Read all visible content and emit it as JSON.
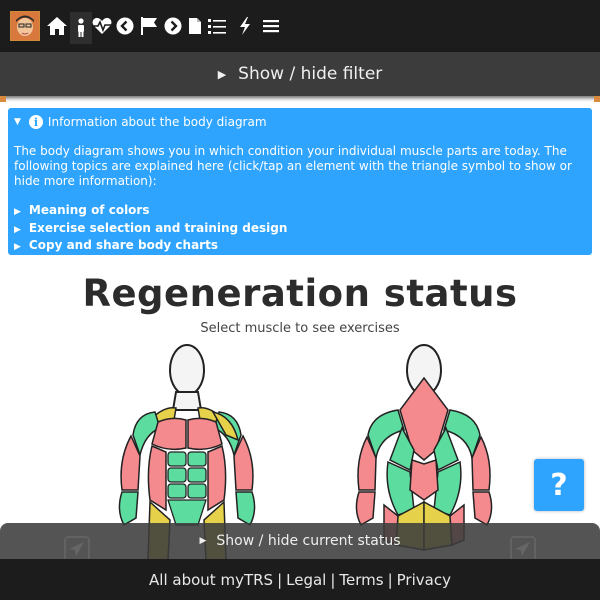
{
  "nav": {
    "icons": [
      "home-icon",
      "person-icon",
      "heartbeat-icon",
      "chevron-left-icon",
      "flag-icon",
      "chevron-right-icon",
      "document-icon",
      "list-icon",
      "lightning-icon",
      "menu-icon"
    ]
  },
  "filter": {
    "toggle_label": "Show / hide filter"
  },
  "info": {
    "heading": "Information about the body diagram",
    "description": "The body diagram shows you in which condition your individual muscle parts are today. The following topics are explained here (click/tap an element with the triangle symbol to show or hide more information):",
    "topics": [
      "Meaning of colors",
      "Exercise selection and training design",
      "Copy and share body charts"
    ]
  },
  "main": {
    "title": "Regeneration status",
    "subtitle": "Select muscle to see exercises"
  },
  "help": {
    "label": "?"
  },
  "status": {
    "toggle_label": "Show / hide current status"
  },
  "footer": {
    "links": [
      "All about myTRS",
      "Legal",
      "Terms",
      "Privacy"
    ],
    "separator": "|"
  },
  "colors": {
    "nav_bg": "#1c1c1c",
    "info_bg": "#2ea4ff",
    "muscle_red": "#f48a8e",
    "muscle_green": "#5ddca0",
    "muscle_yellow": "#e6d24a",
    "accent_orange": "#d98a3e"
  }
}
